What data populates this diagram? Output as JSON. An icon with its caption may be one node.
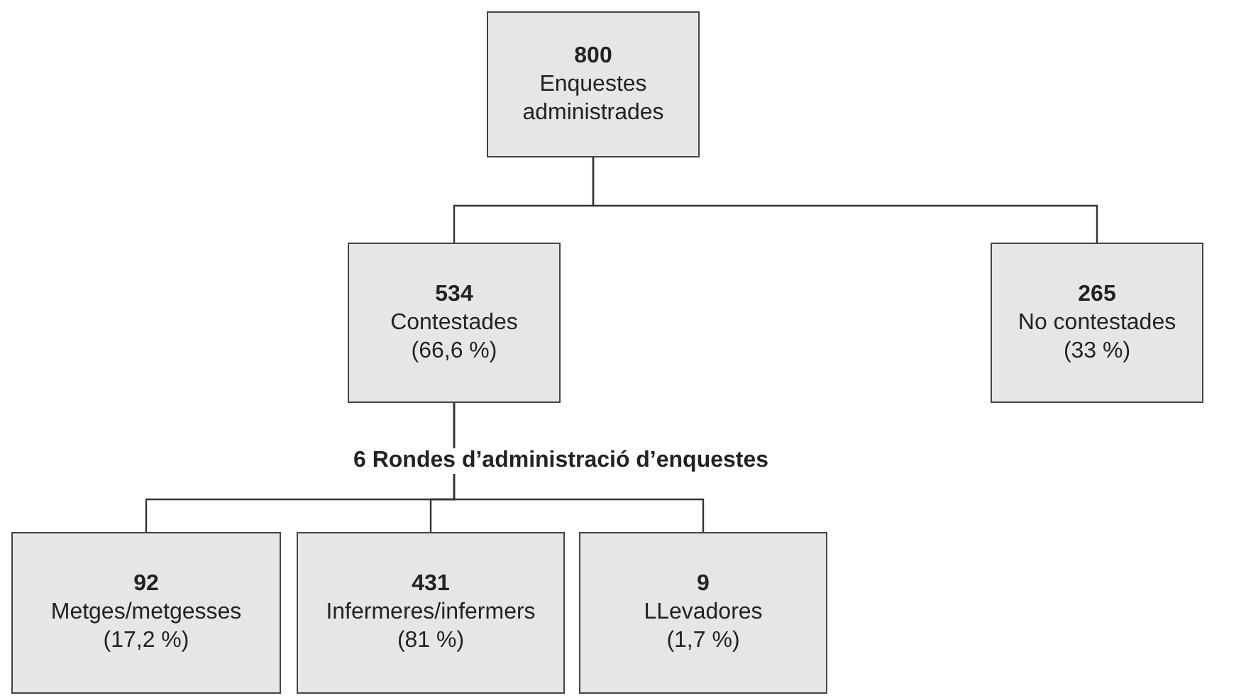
{
  "diagram": {
    "nodes": [
      {
        "text": [
          "800",
          "Enquestes administrades"
        ]
      },
      {
        "text": [
          "534",
          "Contestades",
          "(66,6 %)"
        ]
      },
      {
        "text": [
          "265",
          "No contestades",
          "(33 %)"
        ]
      },
      {
        "text": [
          "92",
          "Metges/metgesses",
          "(17,2 %)"
        ]
      },
      {
        "text": [
          "431",
          "Infermeres/infermers",
          "(81 %)"
        ]
      },
      {
        "text": [
          "9",
          "LLevadores",
          "(1,7 %)"
        ]
      }
    ],
    "edges": [
      {
        "from": 0,
        "to": 1,
        "arrow": "none"
      },
      {
        "from": 0,
        "to": 2,
        "arrow": "none"
      },
      {
        "from": 1,
        "to": 3,
        "arrow": "none"
      },
      {
        "from": 1,
        "to": 4,
        "arrow": "none"
      },
      {
        "from": 1,
        "to": 5,
        "arrow": "none"
      }
    ],
    "labels": [
      "6 Rondes d’administració d’enquestes"
    ]
  }
}
